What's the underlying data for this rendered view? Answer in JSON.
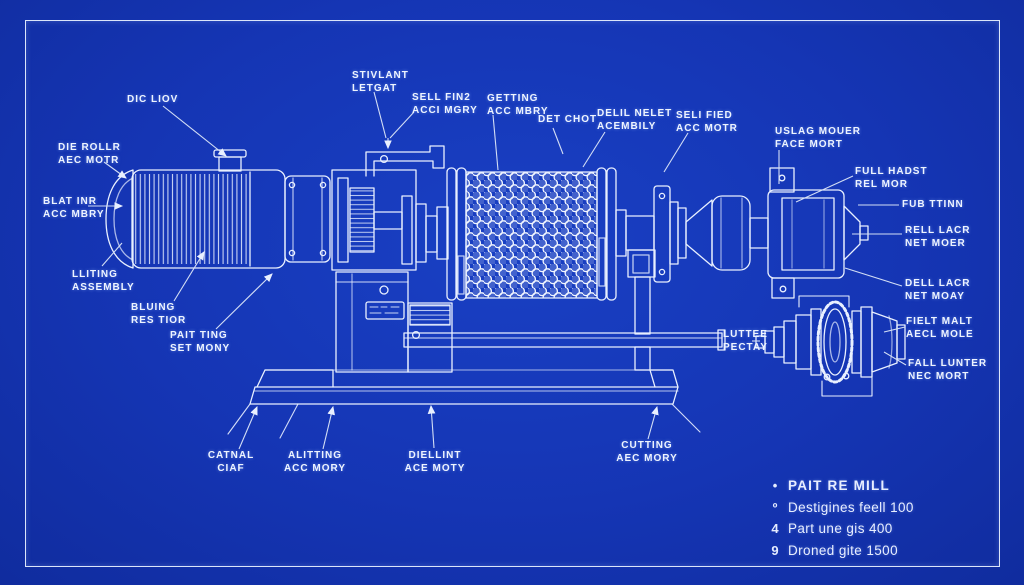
{
  "colors": {
    "background": "#1535b4",
    "line": "#e9f0ff",
    "text": "#eef4ff",
    "border": "#dbe5fa"
  },
  "labels": {
    "dic_liov": {
      "l1": "DIC LIOV"
    },
    "die_rollr": {
      "l1": "DIE ROLLR",
      "l2": "AEC MOTR"
    },
    "blat_inr": {
      "l1": "BLAT INR",
      "l2": "ACC MBRY"
    },
    "lliting": {
      "l1": "LLITING",
      "l2": "ASSEMBLY"
    },
    "bluing": {
      "l1": "BLUING",
      "l2": "RES TIOR"
    },
    "pait_ting": {
      "l1": "PAIT TING",
      "l2": "SET MONY"
    },
    "stivlant": {
      "l1": "STIVLANT",
      "l2": "LETGAT"
    },
    "sell_fin": {
      "l1": "SELL FIN2",
      "l2": "ACCI MGRY"
    },
    "getting": {
      "l1": "GETTING",
      "l2": "ACC MBRY"
    },
    "det_chot": {
      "l1": "DET CHOT"
    },
    "delil": {
      "l1": "DELIL NELET",
      "l2": "ACEMBILY"
    },
    "seli_fied": {
      "l1": "SELI FIED",
      "l2": "ACC MOTR"
    },
    "uslag": {
      "l1": "USLAG MOUER",
      "l2": "FACE MORT"
    },
    "full_hadst": {
      "l1": "FULL HADST",
      "l2": "REL MOR"
    },
    "fub": {
      "l1": "FUB TTINN"
    },
    "rell_lacr": {
      "l1": "RELL LACR",
      "l2": "NET MOER"
    },
    "dell_lacr": {
      "l1": "DELL LACR",
      "l2": "NET MOAY"
    },
    "luttee": {
      "l1": "LUTTEE",
      "l2": "PECTAY"
    },
    "fielt": {
      "l1": "FIELT MALT",
      "l2": "AECL MOLE"
    },
    "fall_lunter": {
      "l1": "FALL LUNTER",
      "l2": "NEC MORT"
    },
    "catnal": {
      "l1": "CATNAL",
      "l2": "CIAF"
    },
    "alitting": {
      "l1": "ALITTING",
      "l2": "ACC MORY"
    },
    "diellint": {
      "l1": "DIELLINT",
      "l2": "ACE MOTY"
    },
    "cutting": {
      "l1": "CUTTING",
      "l2": "AEC MORY"
    }
  },
  "parts_list": {
    "rows": [
      {
        "bullet": "•",
        "text": "PAIT RE MILL"
      },
      {
        "bullet": "º",
        "text": "Destigines feell 100"
      },
      {
        "bullet": "4",
        "text": "Part une gis 400"
      },
      {
        "bullet": "9",
        "text": "Droned gite 1500"
      }
    ]
  }
}
